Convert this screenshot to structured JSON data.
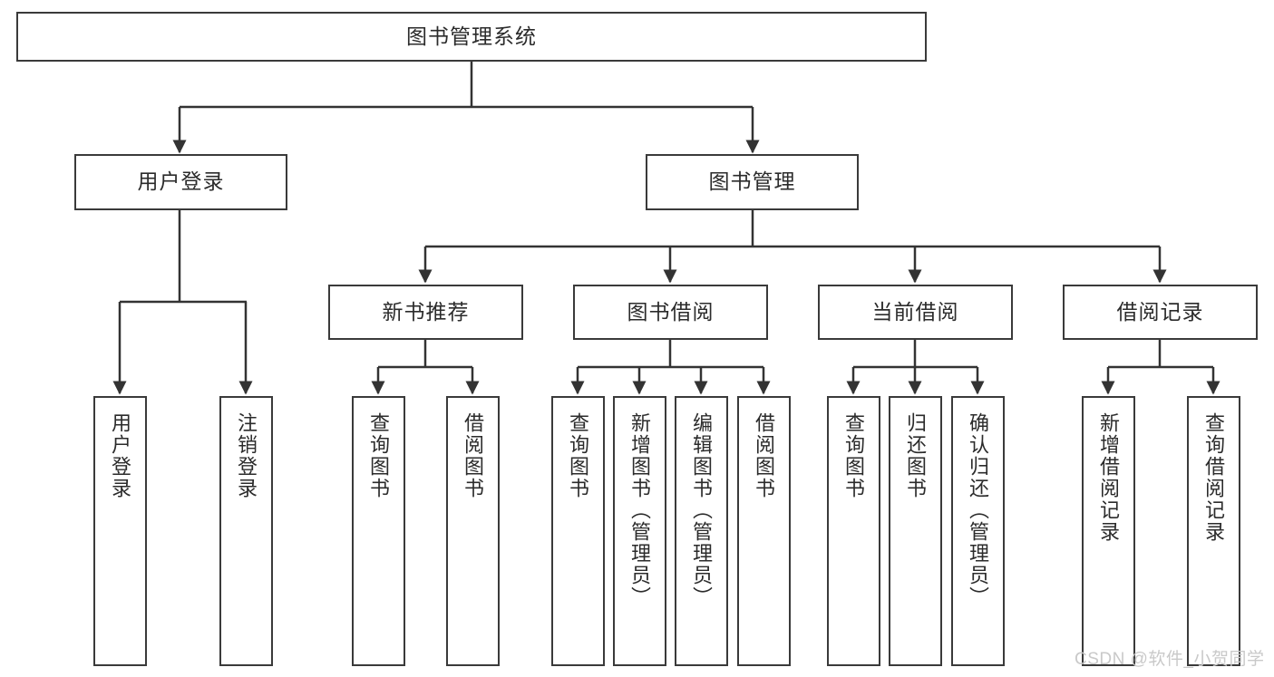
{
  "diagram": {
    "title": "图书管理系统",
    "type": "tree-hierarchy",
    "orientation": "top-down",
    "colors": {
      "box_border": "#3a3a3a",
      "box_fill": "#ffffff",
      "edge": "#333333",
      "text": "#2b2b2b",
      "watermark": "#c9c9c9",
      "background": "#ffffff"
    },
    "root": {
      "label": "图书管理系统"
    },
    "level2": [
      {
        "label": "用户登录"
      },
      {
        "label": "图书管理"
      }
    ],
    "level3": [
      {
        "label": "新书推荐"
      },
      {
        "label": "图书借阅"
      },
      {
        "label": "当前借阅"
      },
      {
        "label": "借阅记录"
      }
    ],
    "leaves": {
      "user_login": [
        {
          "label": "用户登录"
        },
        {
          "label": "注销登录"
        }
      ],
      "new_book_recommend": [
        {
          "label": "查询图书"
        },
        {
          "label": "借阅图书"
        }
      ],
      "book_borrow": [
        {
          "label": "查询图书"
        },
        {
          "label": "新增图书（管理员）"
        },
        {
          "label": "编辑图书（管理员）"
        },
        {
          "label": "借阅图书"
        }
      ],
      "current_borrow": [
        {
          "label": "查询图书"
        },
        {
          "label": "归还图书"
        },
        {
          "label": "确认归还（管理员）"
        }
      ],
      "borrow_record": [
        {
          "label": "新增借阅记录"
        },
        {
          "label": "查询借阅记录"
        }
      ]
    }
  },
  "watermark": {
    "text": "CSDN @软件_小贺同学"
  }
}
